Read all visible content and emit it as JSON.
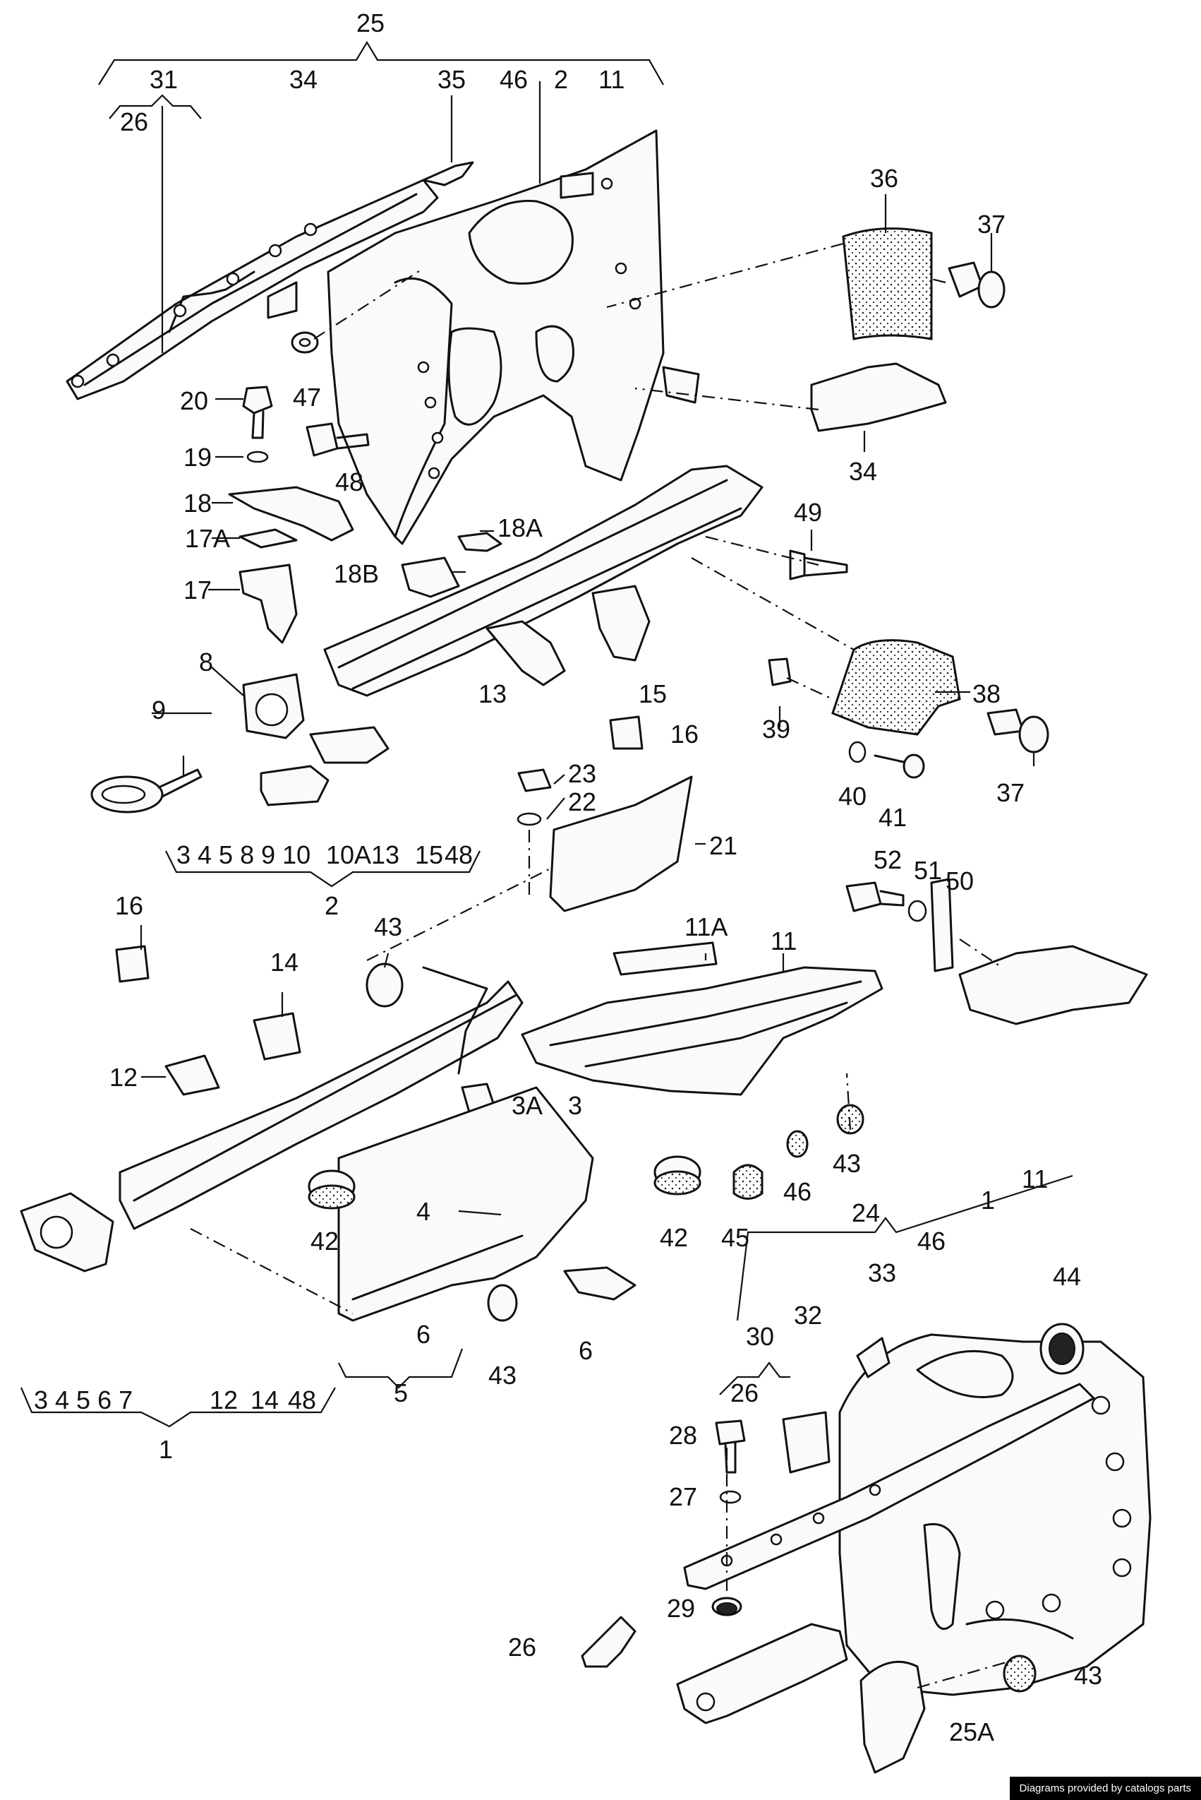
{
  "callouts": [
    "25",
    "31",
    "34",
    "35",
    "46",
    "2",
    "11",
    "26",
    "36",
    "37",
    "20",
    "47",
    "19",
    "48",
    "18",
    "34",
    "49",
    "17A",
    "18A",
    "18B",
    "17",
    "8",
    "13",
    "15",
    "38",
    "9",
    "39",
    "16",
    "23",
    "22",
    "21",
    "37",
    "40",
    "41",
    "3 4 5 8 9 10",
    "10A",
    "13",
    "15",
    "48",
    "2",
    "52",
    "51",
    "50",
    "16",
    "43",
    "11A",
    "11",
    "14",
    "12",
    "3A",
    "3",
    "4",
    "42",
    "46",
    "43",
    "42",
    "45",
    "24",
    "1",
    "11",
    "46",
    "44",
    "33",
    "32",
    "30",
    "26",
    "6",
    "6",
    "5",
    "43",
    "28",
    "27",
    "29",
    "26",
    "43",
    "25A",
    "3 4 5 6 7",
    "12",
    "14",
    "48",
    "1"
  ],
  "footer": "Diagrams provided by catalogs parts"
}
